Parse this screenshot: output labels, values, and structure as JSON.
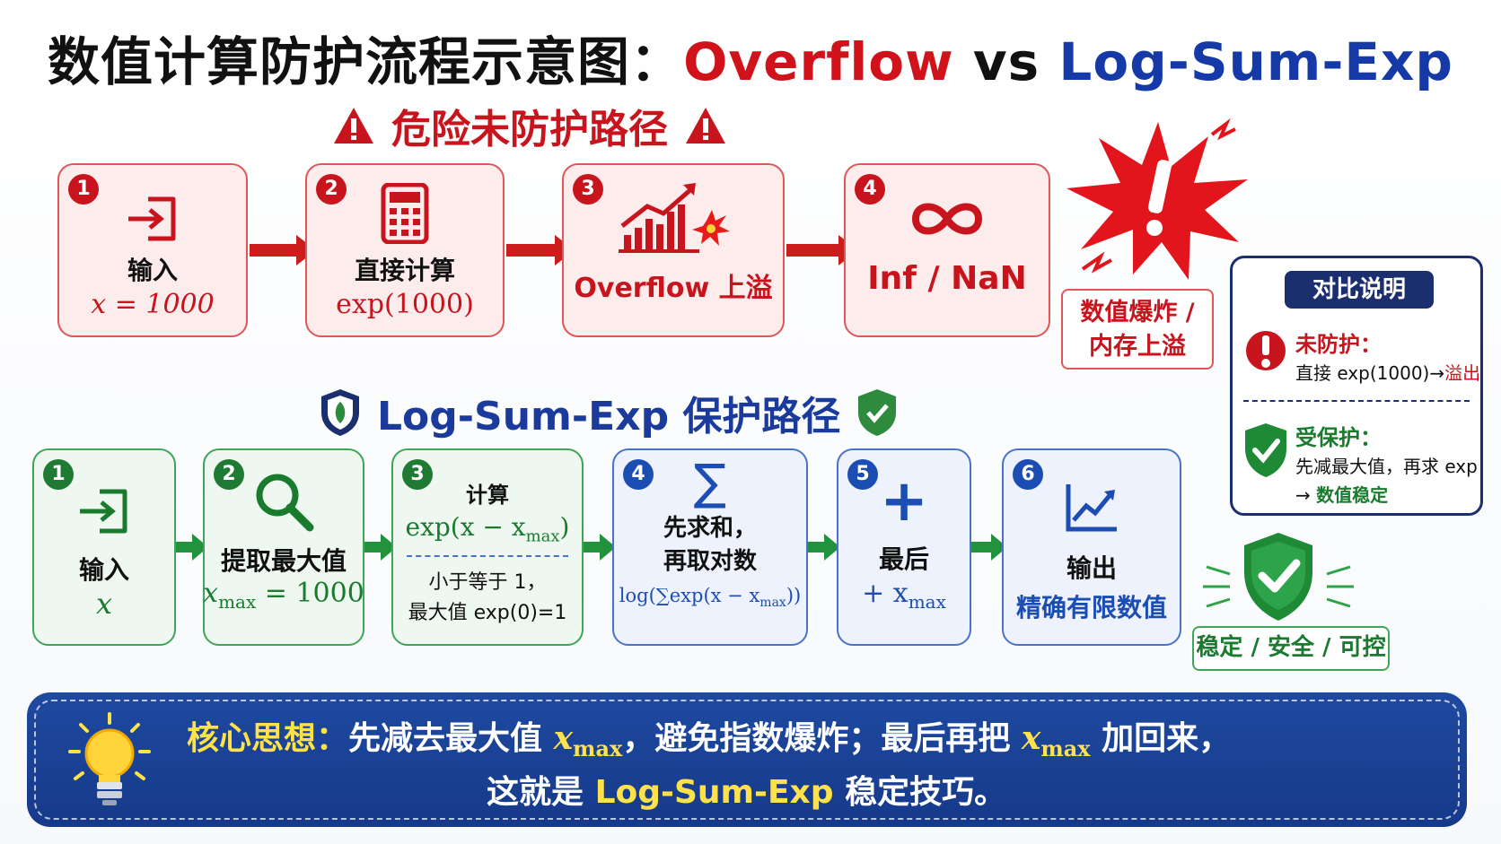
{
  "title": {
    "cn": "数值计算防护流程示意图：",
    "overflow": "Overflow",
    "vs": "vs",
    "lse": "Log-Sum-Exp"
  },
  "danger_path": {
    "heading": "危险未防护路径",
    "steps": [
      {
        "num": "1",
        "label": "输入",
        "formula": "x = 1000"
      },
      {
        "num": "2",
        "label": "直接计算",
        "formula": "exp(1000)"
      },
      {
        "num": "3",
        "label": "Overflow 上溢"
      },
      {
        "num": "4",
        "label": "Inf / NaN"
      }
    ],
    "explode_label_1": "数值爆炸 /",
    "explode_label_2": "内存上溢"
  },
  "safe_path": {
    "heading": "Log-Sum-Exp 保护路径",
    "steps": [
      {
        "num": "1",
        "label": "输入",
        "formula": "x"
      },
      {
        "num": "2",
        "label": "提取最大值",
        "formula_main": "x",
        "formula_sub": "max",
        "formula_rest": " = 1000"
      },
      {
        "num": "3",
        "label": "计算",
        "formula": "exp(x − x",
        "formula_sub": "max",
        "formula_end": ")",
        "note_1": "小于等于 1，",
        "note_2": "最大值 exp(0)=1"
      },
      {
        "num": "4",
        "label_1": "先求和，",
        "label_2": "再取对数",
        "formula": "log(∑exp(x − x",
        "formula_sub": "max",
        "formula_end": "))"
      },
      {
        "num": "5",
        "label": "最后",
        "formula": "+ x",
        "formula_sub": "max"
      },
      {
        "num": "6",
        "label": "输出",
        "result": "精确有限数值"
      }
    ],
    "stable_label": "稳定 / 安全 / 可控"
  },
  "compare": {
    "title": "对比说明",
    "unprotected_head": "未防护：",
    "unprotected_line_prefix": "直接 exp(1000)→",
    "unprotected_line_result": "溢出",
    "protected_head": "受保护：",
    "protected_line_1": "先减最大值，再求 exp",
    "protected_line_2_arrow": "→",
    "protected_line_2": "数值稳定"
  },
  "banner": {
    "key_label": "核心思想：",
    "line1_a": "先减去最大值",
    "x1": "x",
    "sub1": "max",
    "line1_b": "，避免指数爆炸；最后再把",
    "x2": "x",
    "sub2": "max",
    "line1_c": "加回来，",
    "line2_a": "这就是",
    "line2_lse": "Log-Sum-Exp",
    "line2_b": "稳定技巧。"
  },
  "colors": {
    "danger": "#c8141c",
    "safe": "#1a7a2e",
    "blue": "#1c4db3",
    "banner": "#1e4aa0"
  }
}
